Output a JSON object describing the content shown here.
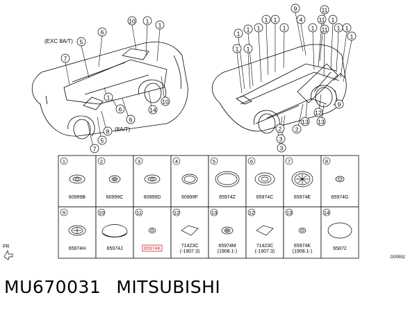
{
  "left_car": {
    "note_exc": "(EXC 8A/T)",
    "callouts": [
      "10",
      "1",
      "1",
      "6",
      "5",
      "7",
      "1",
      "6",
      "6",
      "14",
      "10",
      "8",
      "5",
      "7"
    ],
    "note_8at": "(8A/T)"
  },
  "right_car": {
    "callouts": [
      "9",
      "1",
      "1",
      "1",
      "1",
      "1",
      "1",
      "1",
      "1",
      "4",
      "11",
      "11",
      "1",
      "1",
      "1",
      "11",
      "1",
      "1",
      "9",
      "12",
      "2",
      "3",
      "13",
      "13",
      "2",
      "3"
    ]
  },
  "parts": [
    {
      "num": "1",
      "label": "60999B",
      "shape": "washer"
    },
    {
      "num": "2",
      "label": "60999C",
      "shape": "grommet"
    },
    {
      "num": "3",
      "label": "60999D",
      "shape": "washer"
    },
    {
      "num": "4",
      "label": "60999F",
      "shape": "ring"
    },
    {
      "num": "5",
      "label": "65974Z",
      "shape": "big-plug"
    },
    {
      "num": "6",
      "label": "65974C",
      "shape": "cap"
    },
    {
      "num": "7",
      "label": "65974E",
      "shape": "star-plug"
    },
    {
      "num": "8",
      "label": "65974G",
      "shape": "small-grommet"
    },
    {
      "num": "9",
      "label": "65974H",
      "shape": "star-oval"
    },
    {
      "num": "10",
      "label": "65974J",
      "shape": "dome"
    },
    {
      "num": "11",
      "label": "65974K",
      "shape": "tiny-grommet",
      "highlight": true
    },
    {
      "num": "12",
      "label": "71423C",
      "sub": "(-1907.3)",
      "shape": "patch"
    },
    {
      "num": "13",
      "label": "65974M",
      "sub": "(1908.1-)",
      "shape": "grommet"
    },
    {
      "num": "12",
      "label": "71423C",
      "sub": "(-1907.3)",
      "shape": "patch"
    },
    {
      "num": "13",
      "label": "65974K",
      "sub": "(1908.1-)",
      "shape": "tiny-grommet"
    },
    {
      "num": "14",
      "label": "65872",
      "shape": "oval"
    }
  ],
  "fr_label": "FR",
  "diagram_code": "D00552",
  "footer": {
    "part_number": "MU670031",
    "brand": "MITSUBISHI"
  }
}
